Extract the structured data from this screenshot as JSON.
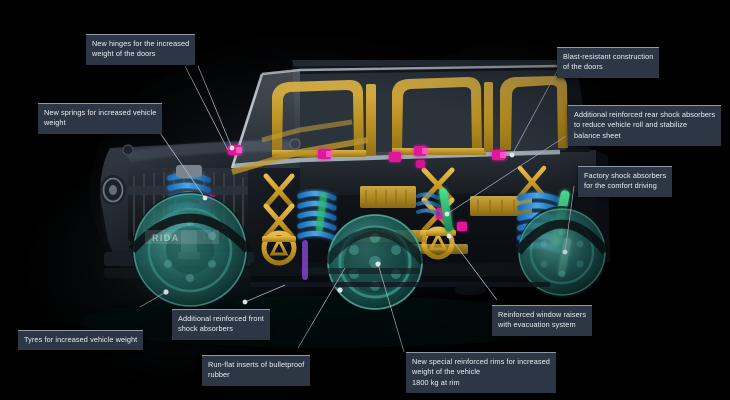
{
  "meta": {
    "title": "Armored vehicle reinforcement x-ray diagram",
    "watermark": "RIDA",
    "background_color": "#000000"
  },
  "palette": {
    "label_bg": "#2c3644",
    "label_border": "#8d99a8",
    "label_text": "#e9edf2",
    "leader_line": "#aebccb",
    "spring_blue": "#2f8fd8",
    "frame_gold": "#d4a328",
    "hinge_magenta": "#e0169b",
    "shock_green": "#25c36a",
    "wheel_teal": "#3fa79a",
    "glass_steel": "#b8c6d2"
  },
  "callouts": [
    {
      "id": "new-hinges",
      "name": "callout-new-hinges",
      "lines": [
        "New hinges for the increased",
        "weight of the doors"
      ]
    },
    {
      "id": "new-springs",
      "name": "callout-new-springs",
      "lines": [
        "New springs for increased vehicle",
        "weight"
      ]
    },
    {
      "id": "blast-resistant-doors",
      "name": "callout-blast-resistant-doors",
      "lines": [
        "Blast-resistant construction",
        "of the doors"
      ]
    },
    {
      "id": "rear-shock-absorbers",
      "name": "callout-rear-shock-absorbers",
      "lines": [
        "Additional reinforced rear shock absorbers",
        "to reduce  vehicle roll and stabilize",
        "balance sheet"
      ]
    },
    {
      "id": "factory-shock-absorbers",
      "name": "callout-factory-shock-absorbers",
      "lines": [
        "Factory shock absorbers",
        "for the comfort driving"
      ]
    },
    {
      "id": "tyres",
      "name": "callout-tyres",
      "lines": [
        "Tyres for increased vehicle weight"
      ]
    },
    {
      "id": "front-shock-absorbers",
      "name": "callout-front-shock-absorbers",
      "lines": [
        "Additional reinforced front",
        "shock absorbers"
      ]
    },
    {
      "id": "run-flat-inserts",
      "name": "callout-run-flat-inserts",
      "lines": [
        "Run-flat inserts of bulletproof",
        "rubber"
      ]
    },
    {
      "id": "window-raisers",
      "name": "callout-window-raisers",
      "lines": [
        "Reinforced window raisers",
        "with evacuation system"
      ]
    },
    {
      "id": "reinforced-rims",
      "name": "callout-reinforced-rims",
      "lines": [
        "New special reinforced rims for increased",
        "weight of the vehicle",
        "1800 kg at rim"
      ]
    }
  ]
}
